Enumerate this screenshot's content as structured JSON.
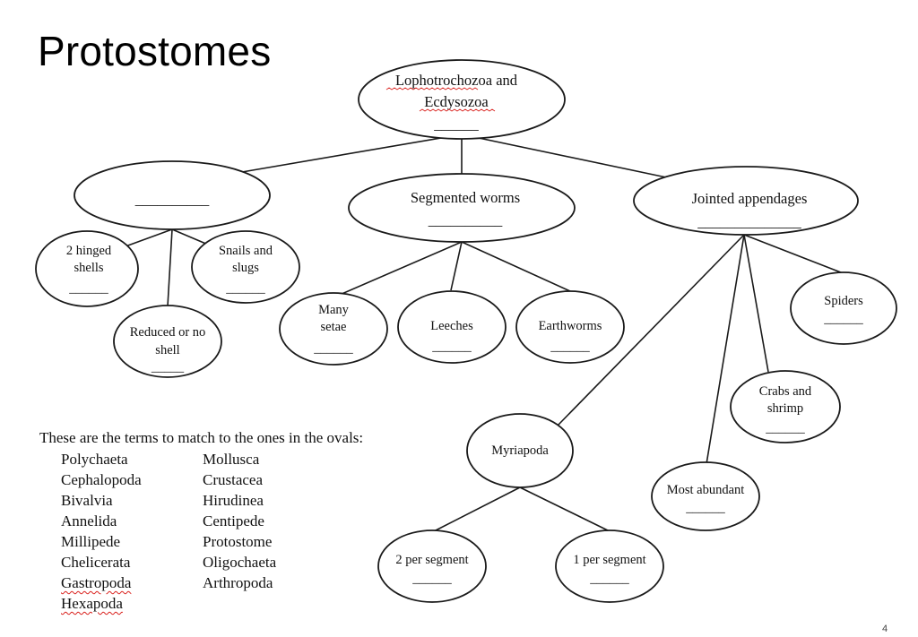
{
  "slide": {
    "title": "Protostomes",
    "page_number": "4"
  },
  "diagram": {
    "nodes": {
      "root": {
        "line1": "Lophotrochozoa and",
        "line2": "Ecdysozoa",
        "blank": "______"
      },
      "left": {
        "blank": "__________"
      },
      "mid": {
        "label": "Segmented worms",
        "blank": "__________"
      },
      "right": {
        "label": "Jointed appendages",
        "blank": "______________"
      },
      "hinged": {
        "line1": "2 hinged",
        "line2": "shells",
        "blank": "______"
      },
      "reduced": {
        "line1": "Reduced or no",
        "line2": "shell",
        "blank": "_____"
      },
      "snails": {
        "line1": "Snails and",
        "line2": "slugs",
        "blank": "______"
      },
      "setae": {
        "line1": "Many",
        "line2": "setae",
        "blank": "______"
      },
      "leeches": {
        "label": "Leeches",
        "blank": "______"
      },
      "earthworms": {
        "label": "Earthworms",
        "blank": "______"
      },
      "spiders": {
        "label": "Spiders",
        "blank": "______"
      },
      "crabs": {
        "line1": "Crabs and",
        "line2": "shrimp",
        "blank": "______"
      },
      "abundant": {
        "label": "Most abundant",
        "blank": "______"
      },
      "myriapoda": {
        "label": "Myriapoda"
      },
      "two_per": {
        "label": "2 per segment",
        "blank": "______"
      },
      "one_per": {
        "label": "1 per segment",
        "blank": "______"
      }
    }
  },
  "terms": {
    "intro": "These are the terms to match to the ones in the ovals:",
    "left_column": [
      "Polychaeta",
      "Cephalopoda",
      "Bivalvia",
      "Annelida",
      "Millipede",
      "Chelicerata",
      "Gastropoda",
      "Hexapoda"
    ],
    "right_column": [
      "Mollusca",
      "Crustacea",
      "Hirudinea",
      "Centipede",
      "Protostome",
      "Oligochaeta",
      "Arthropoda"
    ]
  }
}
